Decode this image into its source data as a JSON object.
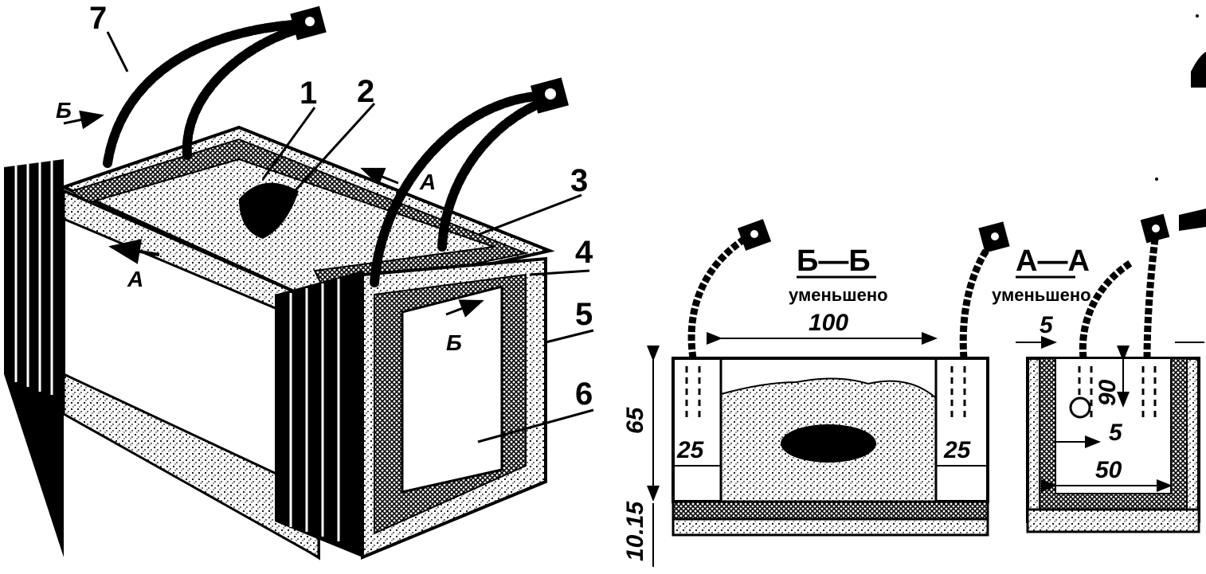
{
  "callouts": [
    "1",
    "2",
    "3",
    "4",
    "5",
    "6",
    "7"
  ],
  "arrows": {
    "a": "А",
    "b": "Б"
  },
  "section_bb": {
    "title": "Б—Б",
    "subtitle": "уменьшено",
    "width": "100",
    "height_top": "65",
    "height_bottom": "10.15",
    "wall_left": "25",
    "wall_right": "25"
  },
  "section_aa": {
    "title": "А—А",
    "subtitle": "уменьшено",
    "wall": "5",
    "depth": "90",
    "hole": "5",
    "inner": "50"
  },
  "colors": {
    "ink": "#000000",
    "paper": "#ffffff"
  }
}
